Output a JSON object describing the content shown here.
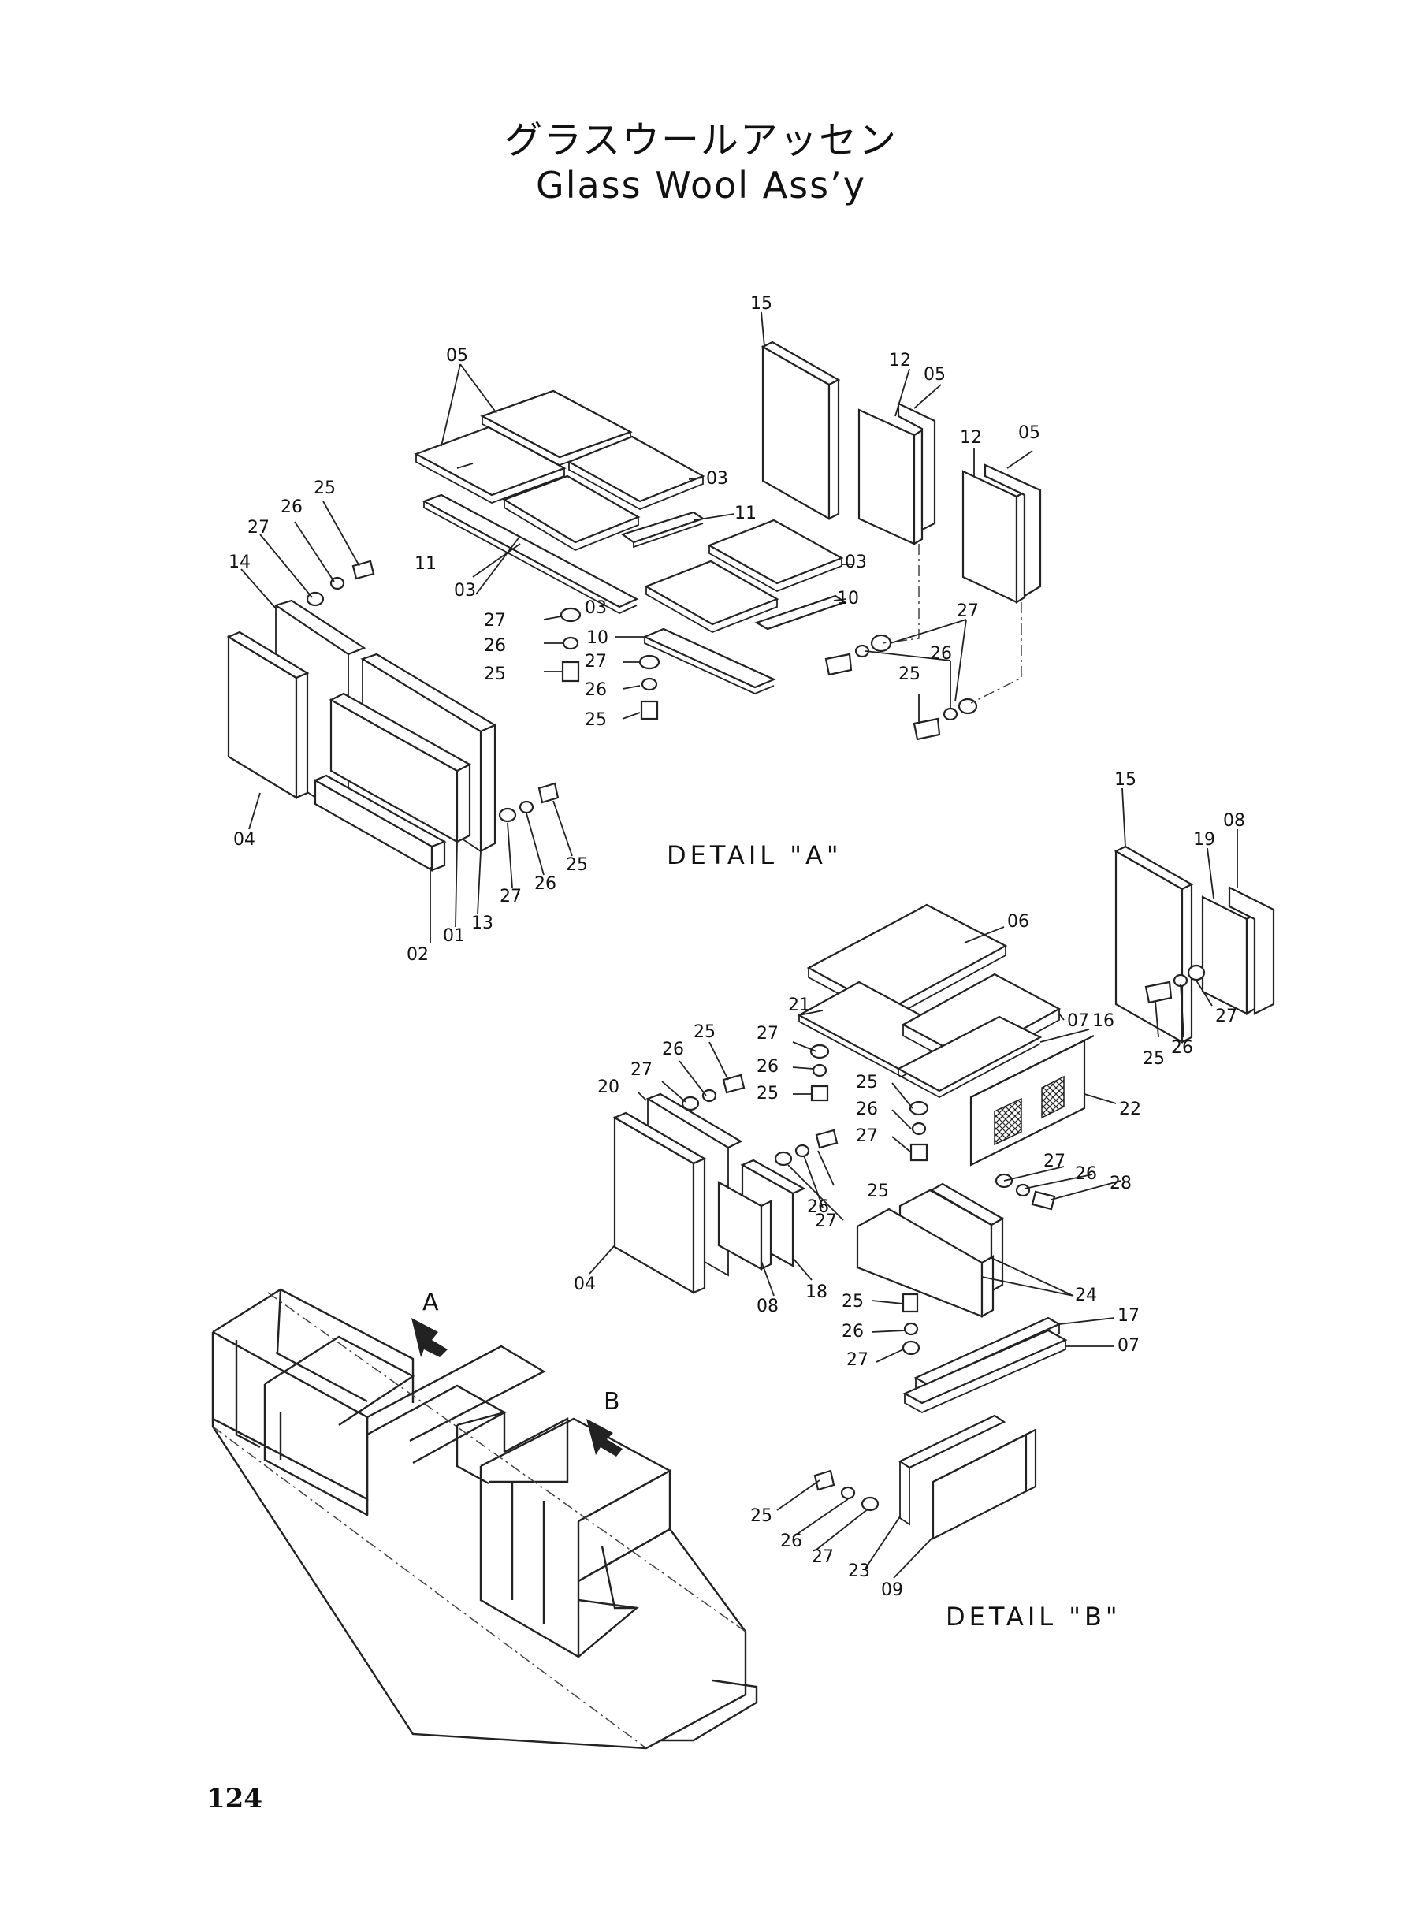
{
  "title": {
    "japanese": "グラスウールアッセン",
    "english": "Glass Wool Ass’y"
  },
  "page_number": "124",
  "details": {
    "a": "DETAIL \"A\"",
    "b": "DETAIL \"B\""
  },
  "view_arrows": [
    "A",
    "B"
  ],
  "part_callouts": [
    "01",
    "02",
    "03",
    "04",
    "05",
    "06",
    "07",
    "08",
    "09",
    "10",
    "11",
    "12",
    "13",
    "14",
    "15",
    "16",
    "17",
    "18",
    "19",
    "20",
    "21",
    "22",
    "23",
    "24",
    "25",
    "26",
    "27",
    "28"
  ]
}
